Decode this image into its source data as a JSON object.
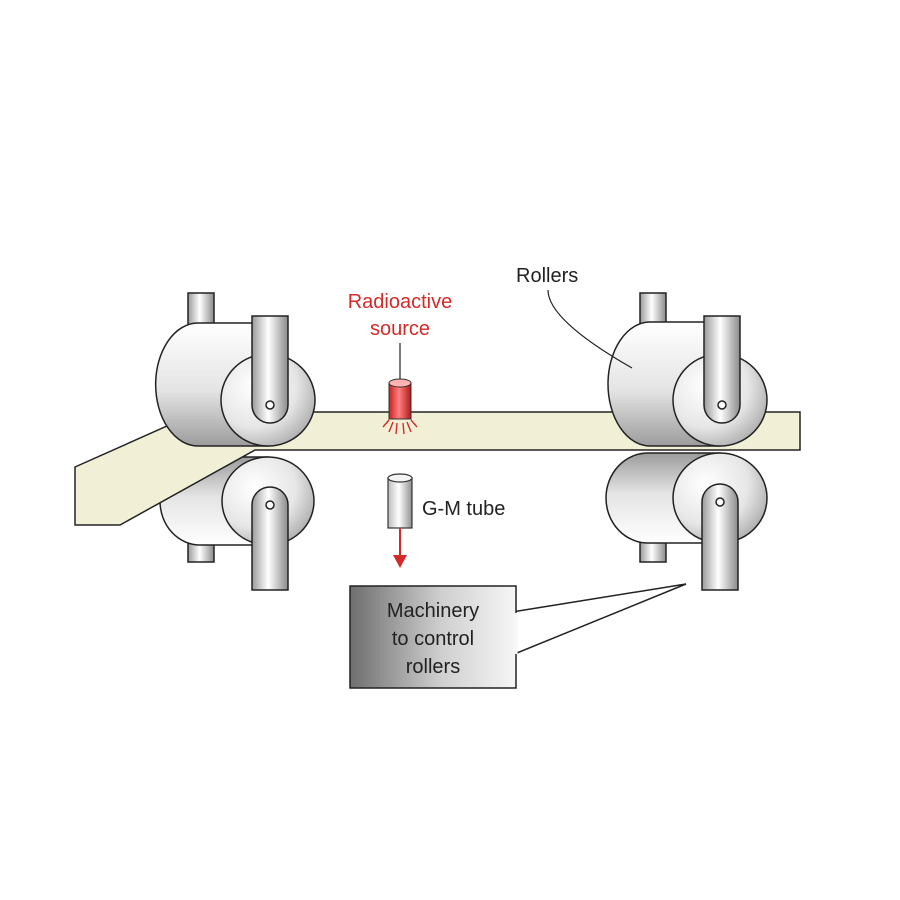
{
  "labels": {
    "radioactive_source_line1": "Radioactive",
    "radioactive_source_line2": "source",
    "rollers": "Rollers",
    "gm_tube": "G-M tube",
    "machinery_line1": "Machinery",
    "machinery_line2": "to control",
    "machinery_line3": "rollers"
  },
  "colors": {
    "source_label": "#d42a2a",
    "source_body": "#e33a3a",
    "sheet": "#f1f0d6",
    "roller_light": "#ffffff",
    "roller_dark": "#9a9a9a",
    "outline": "#222222",
    "machinery_box_dark": "#707070",
    "machinery_box_light": "#f4f4f4"
  },
  "icons": [
    "radioactive-source-icon",
    "gm-tube-icon",
    "signal-arrow-icon"
  ]
}
